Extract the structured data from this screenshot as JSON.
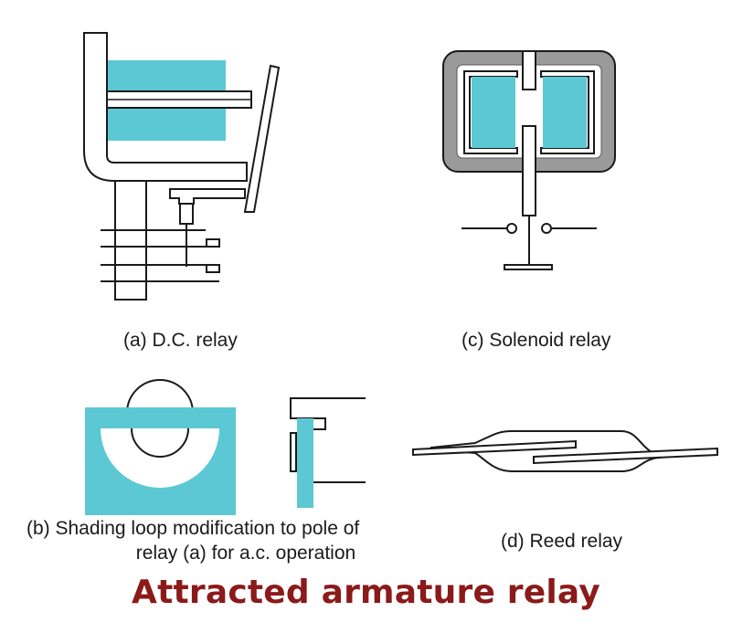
{
  "title": "Attracted armature relay",
  "colors": {
    "accent": "#5bc8d4",
    "stroke": "#1a1a1a",
    "frame": "#8a8a8a",
    "title": "#8b1a1a"
  },
  "figures": {
    "a": {
      "caption": "(a)  D.C. relay"
    },
    "b": {
      "caption_line1": "(b)  Shading loop modification to pole of",
      "caption_line2": "relay (a) for a.c. operation"
    },
    "c": {
      "caption": "(c)  Solenoid relay"
    },
    "d": {
      "caption": "(d)  Reed relay"
    }
  }
}
